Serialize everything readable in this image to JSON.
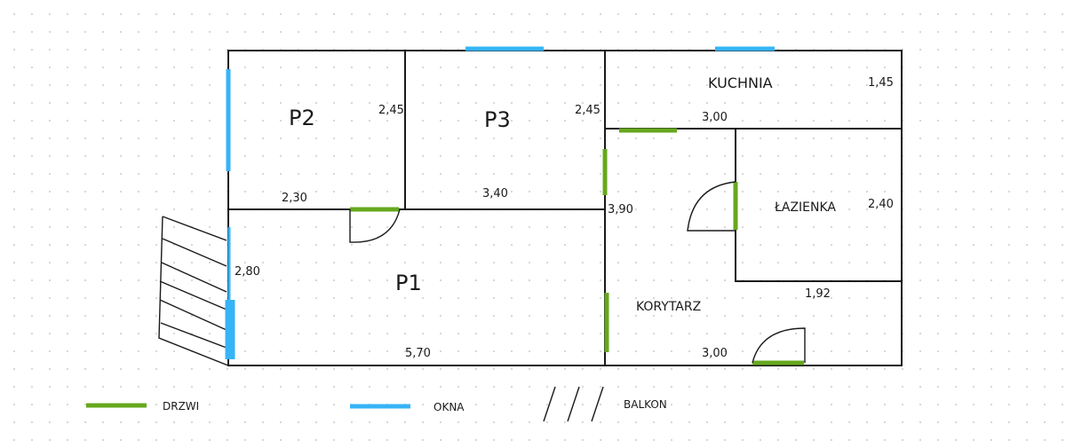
{
  "rooms": {
    "p1": "P1",
    "p2": "P2",
    "p3": "P3",
    "kuchnia": "KUCHNIA",
    "lazienka": "ŁAZIENKA",
    "korytarz": "KORYTARZ"
  },
  "dimensions": {
    "p2_height": "2,45",
    "p2_width": "2,30",
    "p3_height": "2,45",
    "p3_width": "3,40",
    "kuchnia_height": "1,45",
    "kuchnia_width": "3,00",
    "lazienka_height": "2,40",
    "lazienka_width": "1,92",
    "korytarz_height": "3,90",
    "korytarz_width": "3,00",
    "p1_height": "2,80",
    "p1_width": "5,70"
  },
  "legend": {
    "doors": "DRZWI",
    "windows": "OKNA",
    "balcony": "BALKON"
  },
  "colors": {
    "door": "#66a81e",
    "window": "#36b4f6",
    "wall": "#1a1a1a"
  }
}
